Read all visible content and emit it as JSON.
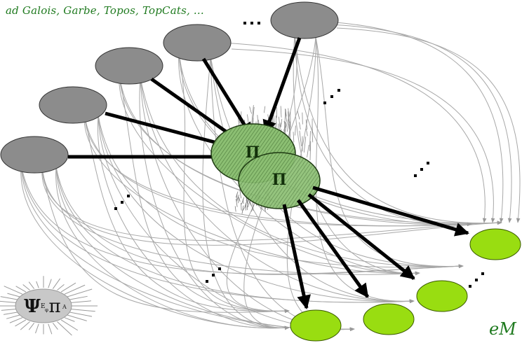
{
  "caption": "ad Galois, Garbe, Topos, TopCats, ...",
  "signature": "eM",
  "central": {
    "upper_symbol": "Π",
    "lower_symbol": "Π"
  },
  "logo": {
    "left_letter": "Ψ",
    "mid_letter": "E",
    "sub_letter": "φ",
    "pi_letter": "π",
    "tail_letter": "A"
  },
  "colors": {
    "source_fill": "#8c8c8c",
    "source_stroke": "#333333",
    "target_fill": "#99dd11",
    "target_stroke": "#3a5a00",
    "central_fill": "#7fb069",
    "curve_stroke": "#a8a8a8",
    "arrow": "#000000",
    "text_green": "#1f7a1f"
  }
}
